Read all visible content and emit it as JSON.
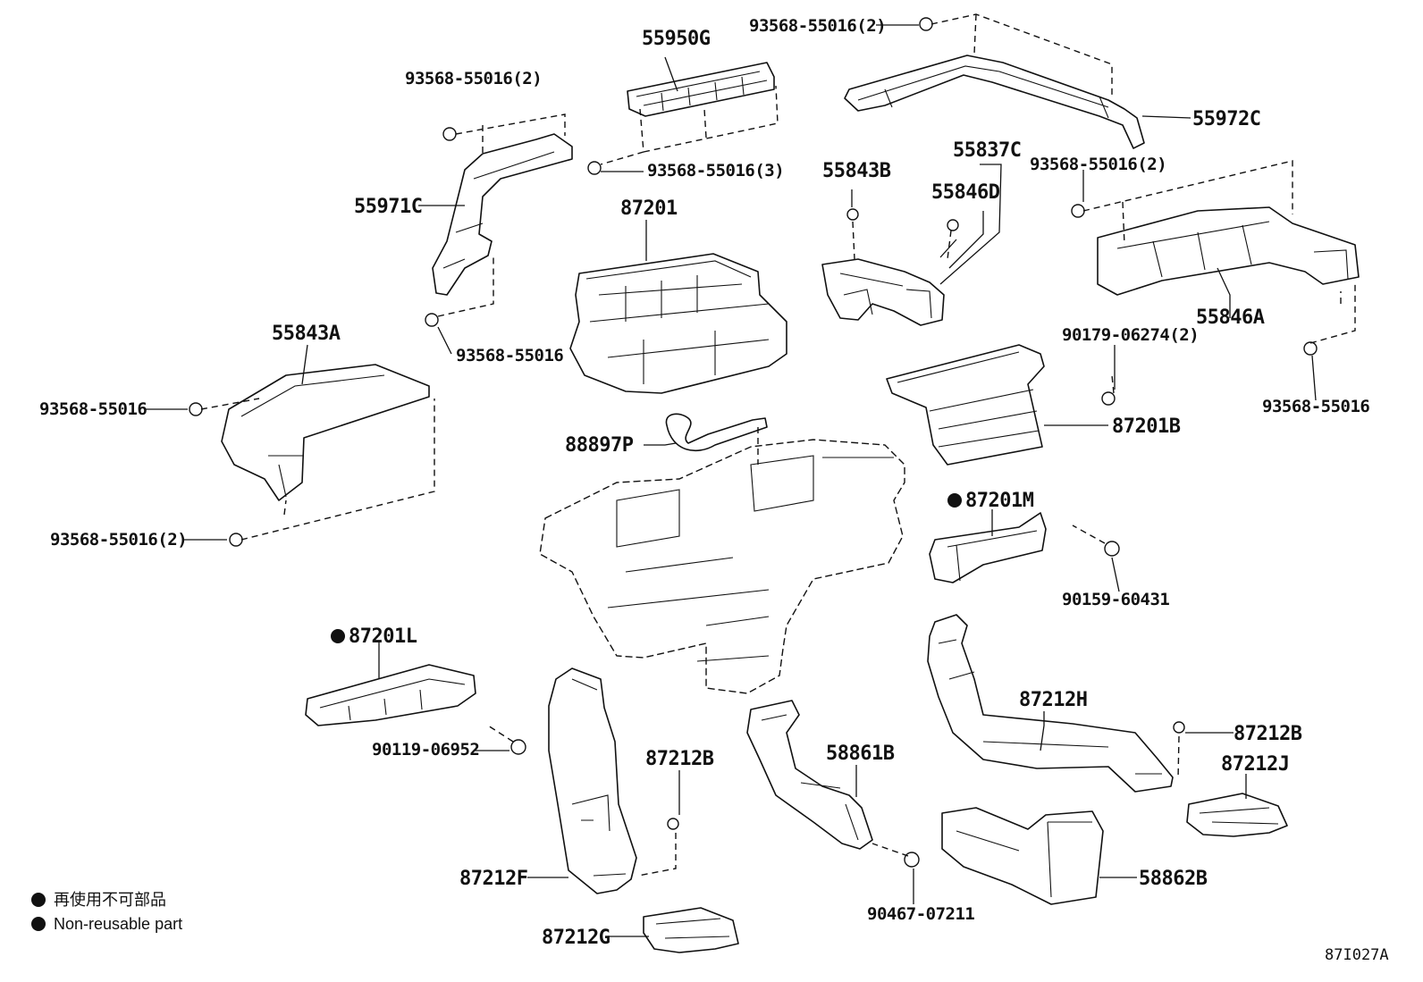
{
  "labels": {
    "p55950G": "55950G",
    "p93568_55016_2_top": "93568-55016(2)",
    "p55972C": "55972C",
    "p93568_55016_2_left": "93568-55016(2)",
    "p93568_55016_3": "93568-55016(3)",
    "p55971C": "55971C",
    "p55837C": "55837C",
    "p55843B": "55843B",
    "p55846D": "55846D",
    "p93568_55016_2_right": "93568-55016(2)",
    "p87201": "87201",
    "p55846A": "55846A",
    "p93568_55016_mid": "93568-55016",
    "p55843A": "55843A",
    "p90179_06274": "90179-06274(2)",
    "p93568_55016_left": "93568-55016",
    "p93568_55016_right": "93568-55016",
    "p88897P": "88897P",
    "p87201B": "87201B",
    "p87201M": "87201M",
    "p93568_55016_2_bl": "93568-55016(2)",
    "p90159_60431": "90159-60431",
    "p87201L": "87201L",
    "p87212H": "87212H",
    "p87212B_r": "87212B",
    "p90119_06952": "90119-06952",
    "p87212B_c": "87212B",
    "p58861B": "58861B",
    "p87212J": "87212J",
    "p87212F": "87212F",
    "p58862B": "58862B",
    "p90467_07211": "90467-07211",
    "p87212G": "87212G"
  },
  "legend": {
    "jp": "再使用不可部品",
    "en": "Non-reusable part"
  },
  "diagram_id": "87I027A"
}
